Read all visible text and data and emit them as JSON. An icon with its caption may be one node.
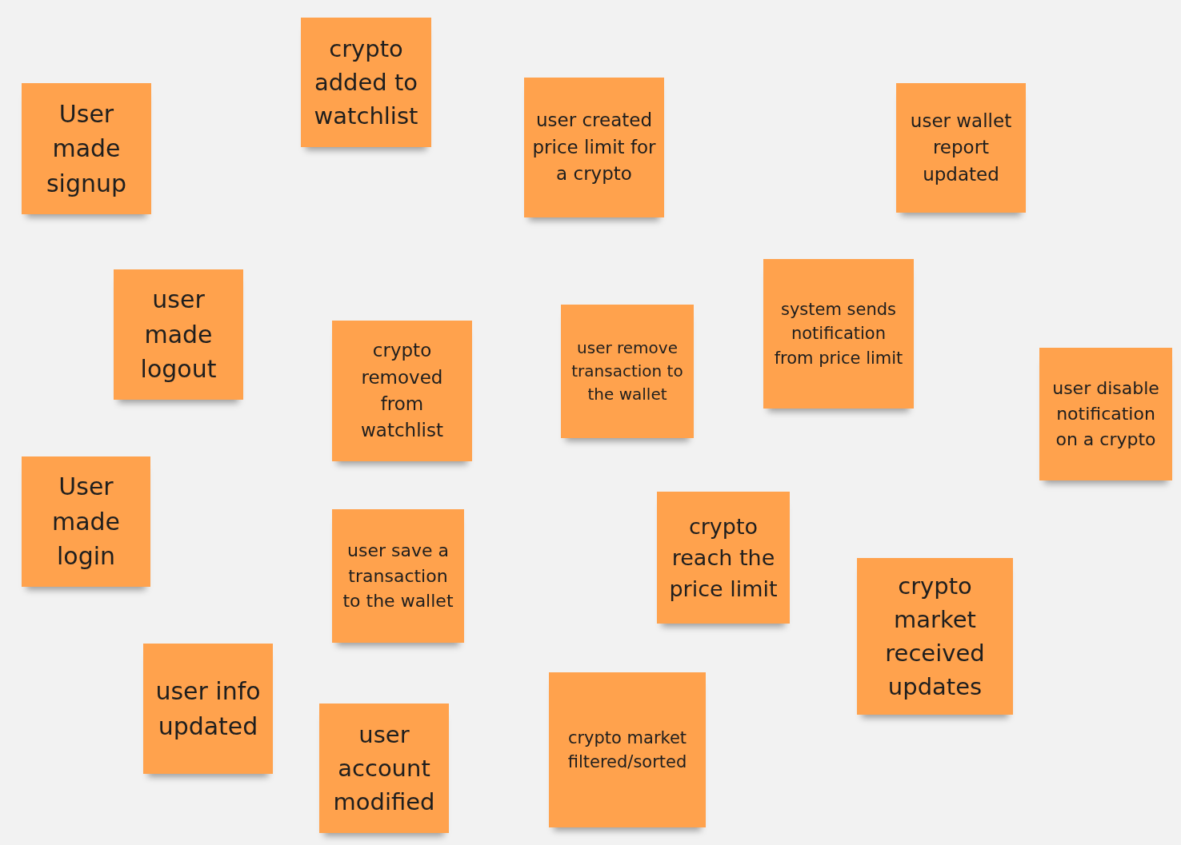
{
  "diagram": {
    "nodes": [
      {
        "text": [
          "crypto added to watchlist"
        ]
      },
      {
        "text": [
          "user created price limit for a crypto"
        ]
      },
      {
        "text": [
          "User made signup"
        ]
      },
      {
        "text": [
          "user wallet report updated"
        ]
      },
      {
        "text": [
          "system sends notification from price limit"
        ]
      },
      {
        "text": [
          "user made logout"
        ]
      },
      {
        "text": [
          "user remove transaction to the wallet"
        ]
      },
      {
        "text": [
          "crypto removed from watchlist"
        ]
      },
      {
        "text": [
          "user disable notification on a crypto"
        ]
      },
      {
        "text": [
          "User made login"
        ]
      },
      {
        "text": [
          "crypto reach the price limit"
        ]
      },
      {
        "text": [
          "user save a transaction to the wallet"
        ]
      },
      {
        "text": [
          "crypto market received updates"
        ]
      },
      {
        "text": [
          "user info updated"
        ]
      },
      {
        "text": [
          "crypto market filtered/sorted"
        ]
      },
      {
        "text": [
          "user account modified"
        ]
      }
    ]
  }
}
